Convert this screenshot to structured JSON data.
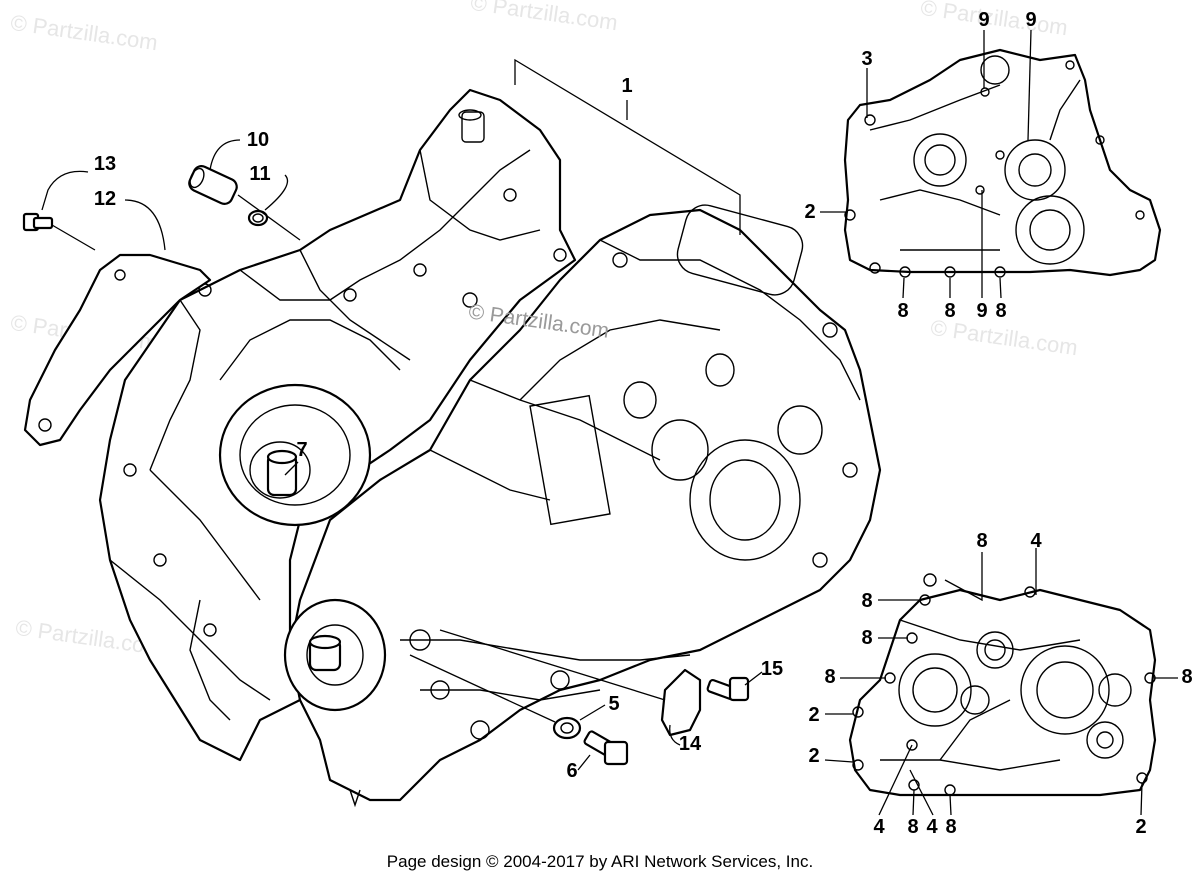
{
  "diagram": {
    "watermark_text": "© Partzilla.com",
    "center_watermark_text": "© Partzilla.com",
    "footer": "Page design © 2004-2017 by ARI Network Services, Inc.",
    "callouts": {
      "c1": "1",
      "c2a": "2",
      "c2b": "2",
      "c2c": "2",
      "c2d": "2",
      "c3": "3",
      "c4a": "4",
      "c4b": "4",
      "c4c": "4",
      "c5": "5",
      "c6": "6",
      "c7": "7",
      "c8a": "8",
      "c8b": "8",
      "c8c": "8",
      "c8d": "8",
      "c8e": "8",
      "c8f": "8",
      "c8g": "8",
      "c8h": "8",
      "c8i": "8",
      "c8j": "8",
      "c9a": "9",
      "c9b": "9",
      "c9c": "9",
      "c10": "10",
      "c11": "11",
      "c12": "12",
      "c13": "13",
      "c14": "14",
      "c15": "15"
    }
  }
}
